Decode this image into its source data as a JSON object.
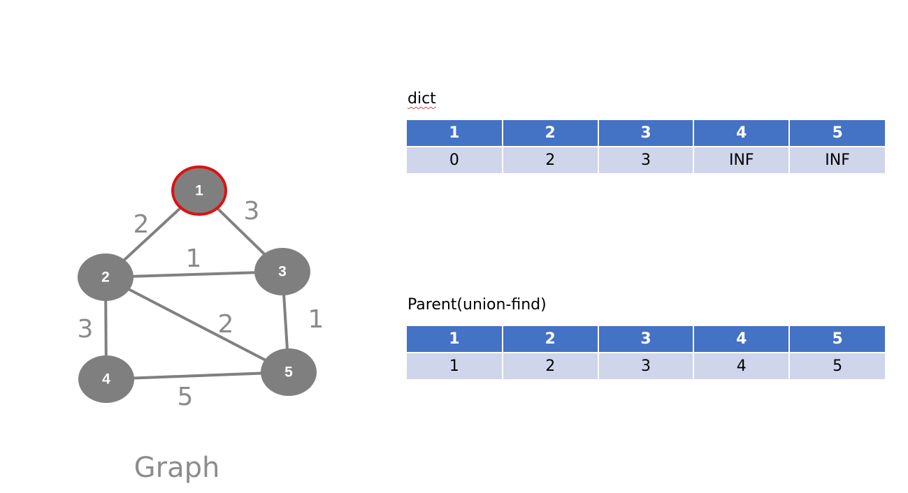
{
  "graph": {
    "caption": "Graph",
    "selected_node": "1",
    "nodes": [
      {
        "id": "1",
        "label": "1"
      },
      {
        "id": "2",
        "label": "2"
      },
      {
        "id": "3",
        "label": "3"
      },
      {
        "id": "4",
        "label": "4"
      },
      {
        "id": "5",
        "label": "5"
      }
    ],
    "edges": [
      {
        "from": "1",
        "to": "2",
        "weight": "2"
      },
      {
        "from": "1",
        "to": "3",
        "weight": "3"
      },
      {
        "from": "2",
        "to": "3",
        "weight": "1"
      },
      {
        "from": "2",
        "to": "4",
        "weight": "3"
      },
      {
        "from": "2",
        "to": "5",
        "weight": "2"
      },
      {
        "from": "3",
        "to": "5",
        "weight": "1"
      },
      {
        "from": "4",
        "to": "5",
        "weight": "5"
      }
    ],
    "colors": {
      "node_fill": "#7f7f7f",
      "edge": "#808080",
      "selected_outline": "#e01010"
    }
  },
  "dict": {
    "title": "dict",
    "headers": [
      "1",
      "2",
      "3",
      "4",
      "5"
    ],
    "values": [
      "0",
      "2",
      "3",
      "INF",
      "INF"
    ]
  },
  "parent": {
    "title": "Parent(union-find)",
    "headers": [
      "1",
      "2",
      "3",
      "4",
      "5"
    ],
    "values": [
      "1",
      "2",
      "3",
      "4",
      "5"
    ]
  },
  "colors": {
    "table_header": "#4472c4",
    "table_row": "#cfd5ea"
  }
}
